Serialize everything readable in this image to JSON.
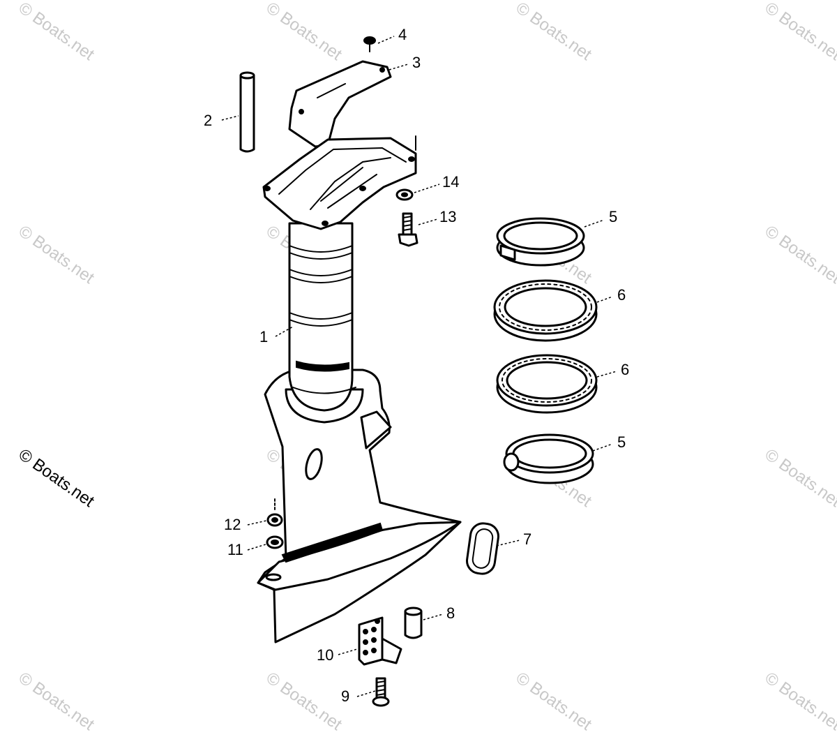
{
  "watermark": "© Boats.net",
  "callouts": [
    {
      "id": "1",
      "label": "1"
    },
    {
      "id": "2",
      "label": "2"
    },
    {
      "id": "3",
      "label": "3"
    },
    {
      "id": "4",
      "label": "4"
    },
    {
      "id": "5a",
      "label": "5"
    },
    {
      "id": "6a",
      "label": "6"
    },
    {
      "id": "6b",
      "label": "6"
    },
    {
      "id": "5b",
      "label": "5"
    },
    {
      "id": "7",
      "label": "7"
    },
    {
      "id": "8",
      "label": "8"
    },
    {
      "id": "9",
      "label": "9"
    },
    {
      "id": "10",
      "label": "10"
    },
    {
      "id": "11",
      "label": "11"
    },
    {
      "id": "12",
      "label": "12"
    },
    {
      "id": "13",
      "label": "13"
    },
    {
      "id": "14",
      "label": "14"
    }
  ]
}
